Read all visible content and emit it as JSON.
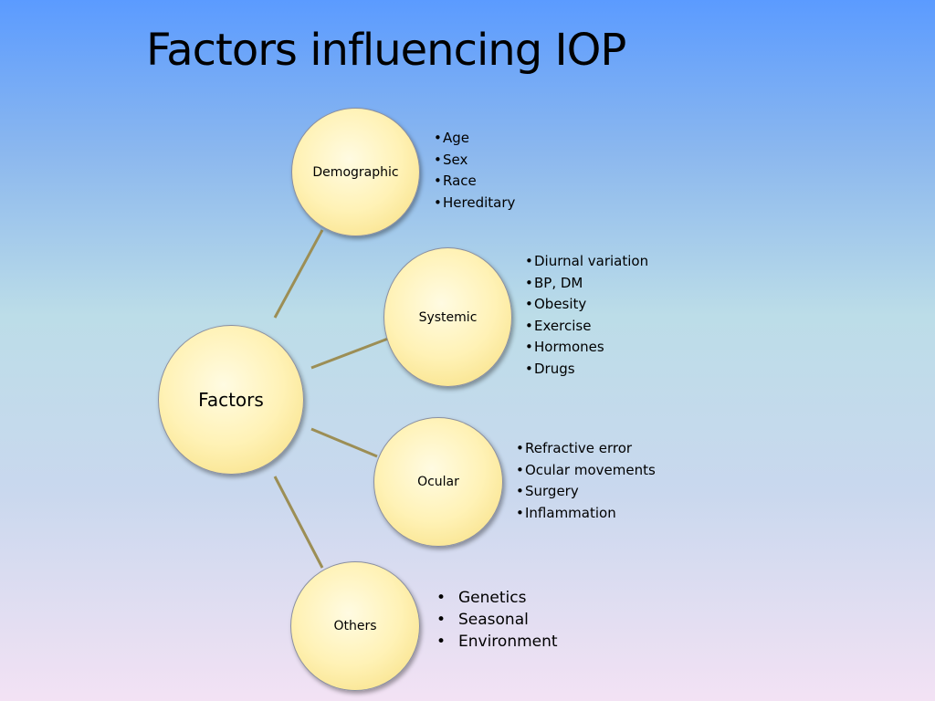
{
  "title": "Factors influencing IOP",
  "root": {
    "label": "Factors"
  },
  "categories": [
    {
      "label": "Demographic",
      "items": [
        "Age",
        "Sex",
        "Race",
        "Hereditary"
      ]
    },
    {
      "label": "Systemic",
      "items": [
        "Diurnal variation",
        "BP, DM",
        "Obesity",
        "Exercise",
        "Hormones",
        "Drugs"
      ]
    },
    {
      "label": "Ocular",
      "items": [
        "Refractive error",
        "Ocular movements",
        "Surgery",
        "Inflammation"
      ]
    },
    {
      "label": "Others",
      "items": [
        "Genetics",
        "Seasonal",
        "Environment"
      ]
    }
  ],
  "bullet_glyph": "•",
  "colors": {
    "node_fill": "#fff2b6",
    "connector": "#9c8e55"
  }
}
